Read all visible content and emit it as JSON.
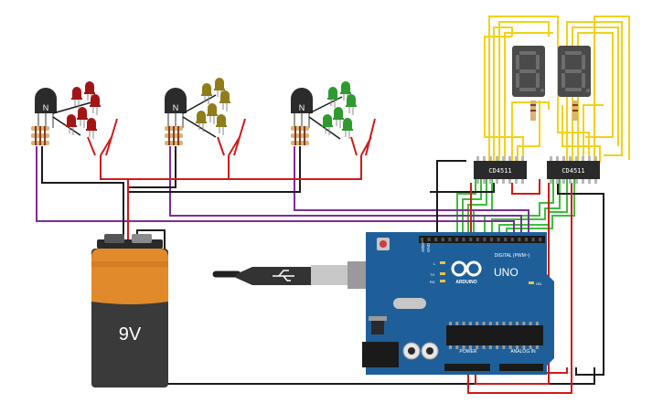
{
  "transistors": [
    {
      "label": "N"
    },
    {
      "label": "N"
    },
    {
      "label": "N"
    }
  ],
  "led_groups": [
    {
      "color": "#a31414"
    },
    {
      "color": "#8f7d1c"
    },
    {
      "color": "#2f9a2f"
    }
  ],
  "decoders": [
    {
      "label": "CD4511"
    },
    {
      "label": "CD4511"
    }
  ],
  "battery": {
    "label": "9V",
    "body_color": "#3a3a3a",
    "cap_color": "#e08a2c"
  },
  "arduino": {
    "logo_text": "ARDUINO",
    "model": "UNO",
    "digital_header": "DIGITAL (PWM~)",
    "power_header": "POWER",
    "analog_header": "ANALOG IN",
    "aref": "AREF",
    "gnd": "GND",
    "tx": "TX",
    "rx": "RX",
    "l": "L",
    "on": "ON",
    "board_color": "#1f5f99"
  },
  "wire_colors": {
    "black": "#1a1a1a",
    "red": "#d11a1a",
    "purple": "#7b2e9a",
    "yellow": "#f2d21a",
    "green": "#3cbf3c"
  }
}
